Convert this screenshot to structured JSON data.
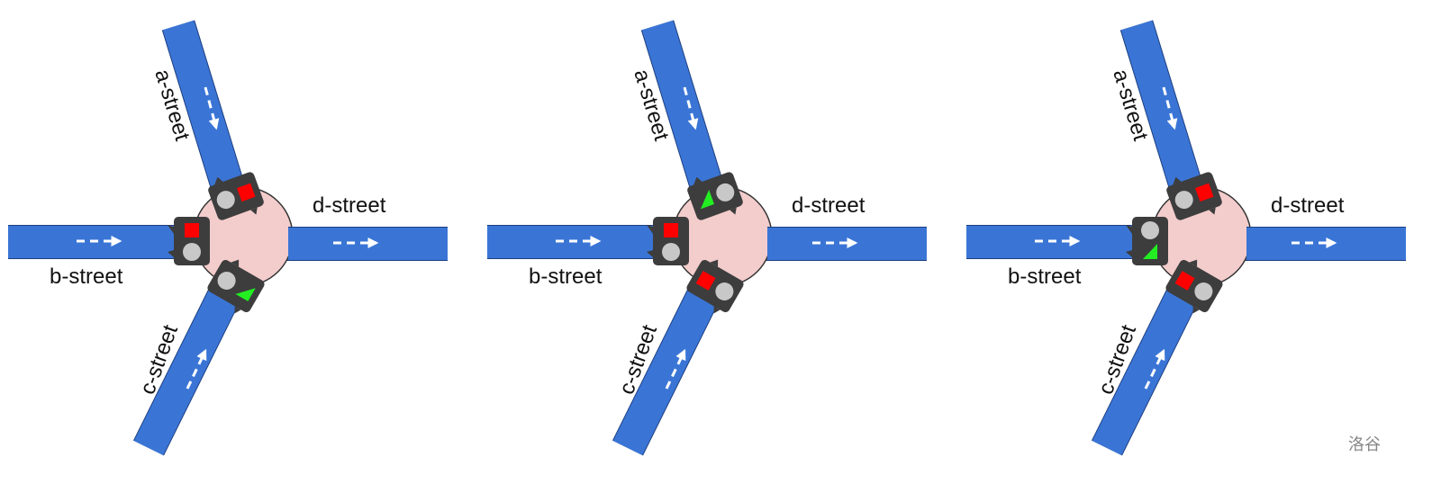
{
  "colors": {
    "road": "#3a75d6",
    "road_edge": "#1d3f80",
    "junction": "#f3cccc",
    "signal_body": "#3d3d3d",
    "off": "#c8c8c8",
    "red": "#ff0000",
    "green": "#22ee22"
  },
  "streets": {
    "a": "a-street",
    "b": "b-street",
    "c": "c-street",
    "d": "d-street"
  },
  "panels": [
    {
      "signals": {
        "a": "red",
        "b": "red",
        "c": "green"
      }
    },
    {
      "signals": {
        "a": "green",
        "b": "red",
        "c": "red"
      }
    },
    {
      "signals": {
        "a": "red",
        "b": "green",
        "c": "red"
      }
    }
  ],
  "watermark": "洛谷"
}
